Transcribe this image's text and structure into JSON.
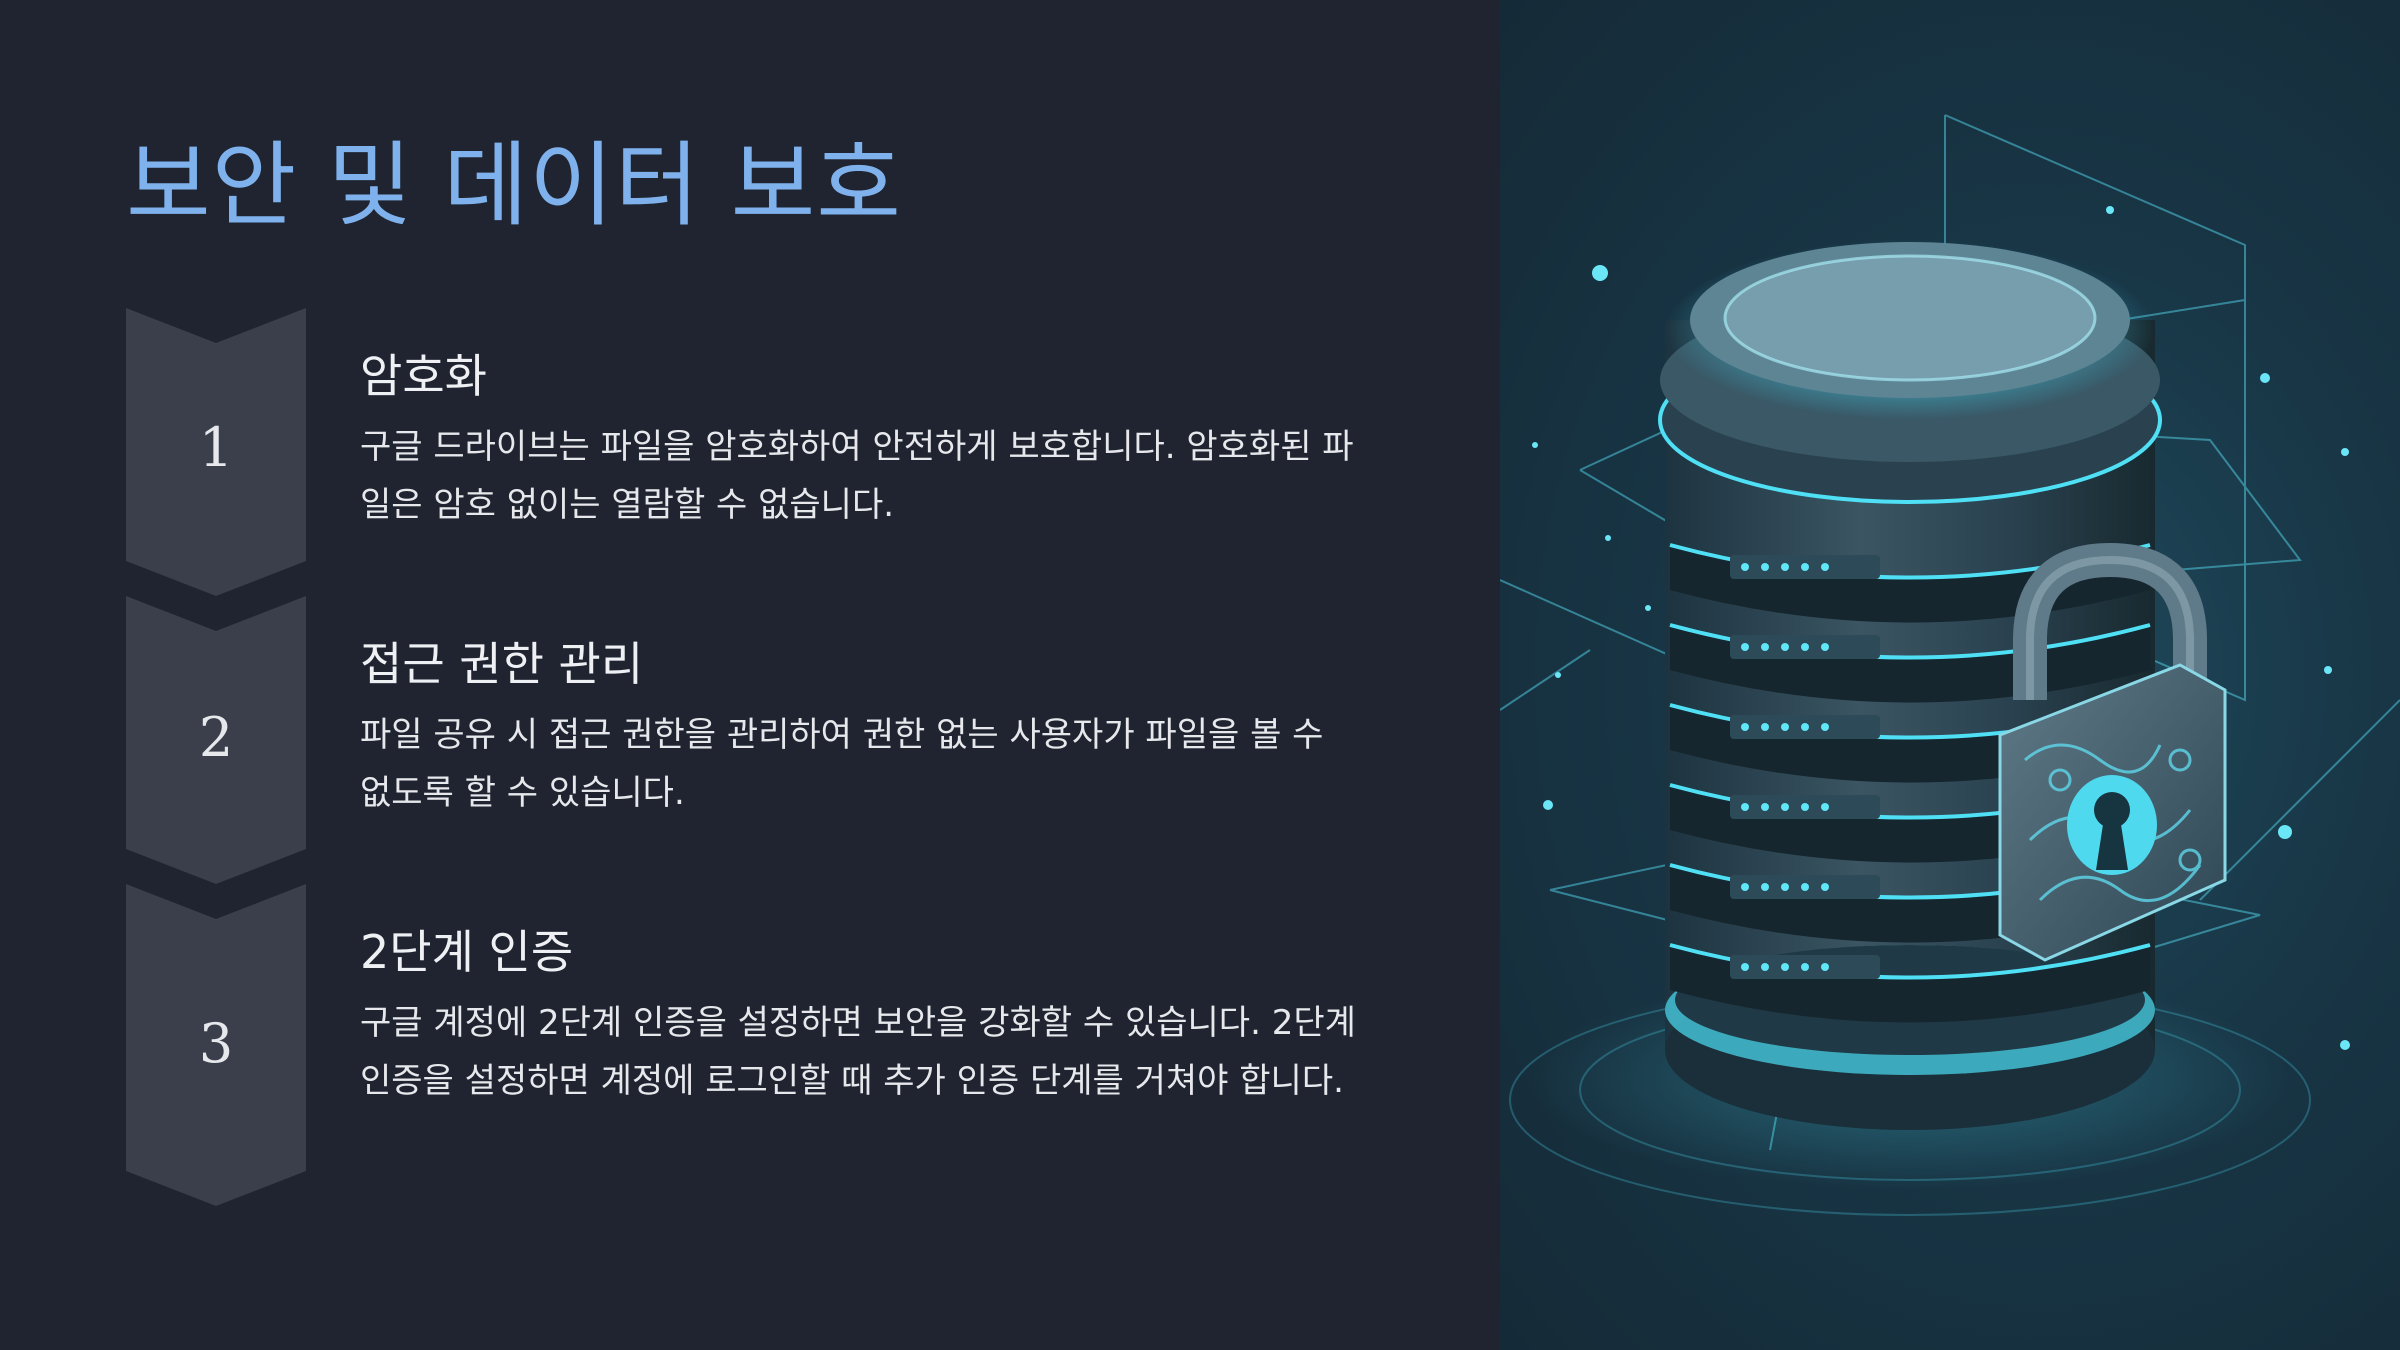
{
  "title": "보안 및 데이터 보호",
  "steps": [
    {
      "number": "1",
      "title": "암호화",
      "description": "구글 드라이브는 파일을 암호화하여 안전하게 보호합니다. 암호화된 파일은 암호 없이는 열람할 수 없습니다."
    },
    {
      "number": "2",
      "title": "접근 권한 관리",
      "description": "파일 공유 시 접근 권한을 관리하여 권한 없는 사용자가 파일을 볼 수 없도록 할 수 있습니다."
    },
    {
      "number": "3",
      "title": "2단계 인증",
      "description": "구글 계정에 2단계 인증을 설정하면 보안을 강화할 수 있습니다. 2단계 인증을 설정하면 계정에 로그인할 때 추가 인증 단계를 거쳐야 합니다."
    }
  ],
  "colors": {
    "title": "#7fb2ec",
    "background": "#1f2430",
    "chevron": "#3a3f4b",
    "accent_glow": "#4fe0f5"
  },
  "illustration": {
    "icons": [
      "database-server-icon",
      "padlock-icon"
    ]
  }
}
